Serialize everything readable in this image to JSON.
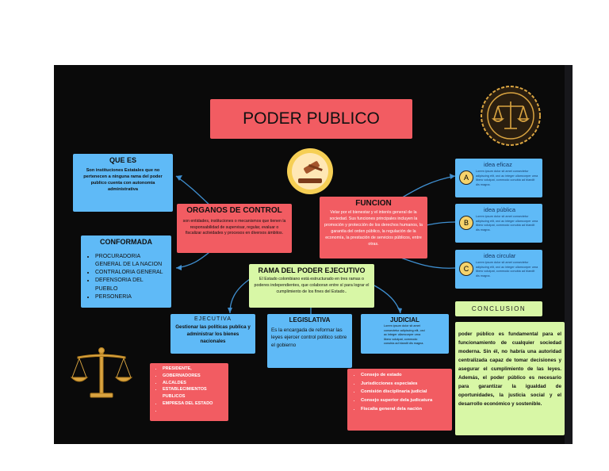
{
  "title": "PODER PUBLICO",
  "que_es": {
    "heading": "QUE ES",
    "text": "Son instituciones Estatales que no pertenecen a ninguna rama del poder publico cuenta con autonomia administrativa"
  },
  "organos": {
    "heading": "ORGANOS DE CONTROL",
    "text": "son entidades, instituciones o mecanismos que tienen la responsabilidad de supervisar, regular, evaluar o fiscalizar actividades y procesos en diversos ámbitos."
  },
  "conformada": {
    "heading": "CONFORMADA",
    "items": [
      "PROCURADORIA GENERAL DE LA NACION",
      "CONTRALORIA GENERAL",
      "DEFENSORIA DEL PUEBLO",
      "PERSONERIA"
    ]
  },
  "funcion": {
    "heading": "FUNCION",
    "text": "Velar por el bienestar y el interés general de la sociedad. Sus funciones principales incluyen la promoción y protección de los derechos humanos, la garantía del orden público, la regulación de la economía, la prestación de servicios públicos, entre otras."
  },
  "rama": {
    "heading": "RAMA DEL PODER EJECUTIVO",
    "text": "El Estado colombiano está estructurado en tres ramas o poderes independientes, que colaboran entre sí para lograr el cumplimiento de los fines del Estado.."
  },
  "ejecutiva": {
    "heading": "EJECUTIVA",
    "text": "Gestionar las políticas publica y administrar los bienes nacionales",
    "items": [
      "PRESIDENTE,",
      "GOBERNADORES",
      "ALCALDES",
      "ESTABLECIMIENTOS PUBLICOS",
      "EMPRESA DEL ESTADO",
      ""
    ]
  },
  "legislativa": {
    "heading": "LEGISLATIVA",
    "text": "Es la encargada de reformar las leyes ejercer control politico sobre el gobierno"
  },
  "judicial": {
    "heading": "JUDICIAL",
    "text": "Lorem ipsum dolor sit amet consectetur adipiscing elit, orci ac integer ullamcorper urna libero volutpat, commodo conubia ad blandit dis magna.",
    "items": [
      "Consejo de estado",
      "Jurisdicciones especiales",
      "Comisión disciplinaria judicial",
      "Consejo superior dela judicatura",
      "Fiscalia general dela nación"
    ]
  },
  "ideas": [
    {
      "letter": "A",
      "title": "idea eficaz",
      "text": "Lorem ipsum dolor sit amet consectetur adipiscing elit, orci ac integer ullamcorper urna libero volutpat, commodo conubia ad blandit dis magna."
    },
    {
      "letter": "B",
      "title": "idea pública",
      "text": "Lorem ipsum dolor sit amet consectetur adipiscing elit, orci ac integer ullamcorper urna libero volutpat, commodo conubia ad blandit dis magna."
    },
    {
      "letter": "C",
      "title": "idea circular",
      "text": "Lorem ipsum dolor sit amet consectetur adipiscing elit, orci ac integer ullamcorper urna libero volutpat, commodo conubia ad blandit dis magna."
    }
  ],
  "conclusion": {
    "heading": "CONCLUSION",
    "text": "poder público es fundamental para el funcionamiento de cualquier sociedad moderna. Sin él, no habría una autoridad centralizada capaz de tomar decisiones y asegurar el cumplimiento de las leyes. Además, el poder público es necesario para garantizar la igualdad de oportunidades, la justicia social y el desarrollo económico y sostenible."
  },
  "colors": {
    "board": "#0a0a0a",
    "red": "#f25c62",
    "blue": "#5fbaf7",
    "green": "#d8f7a6",
    "gold": "#d9a441"
  },
  "icons": [
    "gavel-icon",
    "scales-seal-icon",
    "scales-icon"
  ]
}
